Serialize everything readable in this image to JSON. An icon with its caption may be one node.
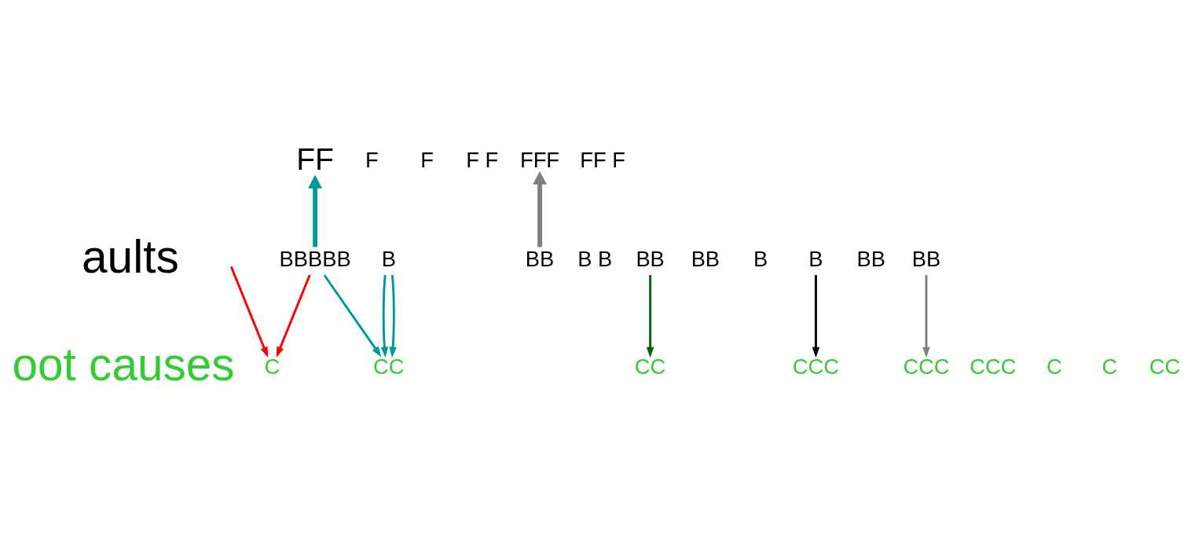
{
  "diagram": {
    "nodes": [
      {
        "text": [
          "F"
        ]
      },
      {
        "text": [
          "F"
        ]
      },
      {
        "text": [
          "FF"
        ]
      },
      {
        "text": [
          "F F"
        ]
      },
      {
        "text": [
          "FFF"
        ]
      },
      {
        "text": [
          "FF F"
        ]
      },
      {
        "text": [
          "B B"
        ]
      },
      {
        "text": [
          "BB"
        ]
      },
      {
        "text": [
          "BBBBB"
        ]
      },
      {
        "text": [
          "B"
        ]
      },
      {
        "text": [
          "BB"
        ]
      },
      {
        "text": [
          "BB"
        ]
      },
      {
        "text": [
          "B"
        ]
      },
      {
        "text": [
          "B"
        ]
      },
      {
        "text": [
          "BB"
        ]
      },
      {
        "text": [
          "BB"
        ]
      },
      {
        "text": [
          "CCC"
        ]
      },
      {
        "text": [
          "C"
        ]
      },
      {
        "text": [
          "C"
        ]
      },
      {
        "text": [
          "CC"
        ]
      },
      {
        "text": [
          "C"
        ]
      },
      {
        "text": [
          "CC"
        ]
      },
      {
        "text": [
          "CCC"
        ]
      },
      {
        "text": [
          "CC"
        ]
      },
      {
        "text": [
          "CCC"
        ]
      }
    ],
    "edges": [
      {
        "from": null,
        "to": 17,
        "arrow": "to",
        "color": "#ff0000"
      },
      {
        "from": 7,
        "to": 19,
        "arrow": "to",
        "color": "#006400"
      },
      {
        "from": 8,
        "to": 17,
        "arrow": "to",
        "color": "#ff0000"
      },
      {
        "from": 8,
        "to": 2,
        "arrow": "to",
        "style": "thick"
      },
      {
        "from": 8,
        "to": 21,
        "arrow": "to"
      },
      {
        "from": 9,
        "to": 21,
        "arrow": "to"
      },
      {
        "from": 9,
        "to": 21,
        "arrow": "to"
      },
      {
        "from": 13,
        "to": 22,
        "arrow": "to",
        "color": "#000000"
      },
      {
        "from": 15,
        "to": 24,
        "arrow": "to",
        "color": "#808080"
      },
      {
        "from": 11,
        "to": 4,
        "arrow": "to",
        "style": "thick",
        "color": "#808080"
      }
    ],
    "labels": [
      "aults",
      "oot causes"
    ]
  }
}
